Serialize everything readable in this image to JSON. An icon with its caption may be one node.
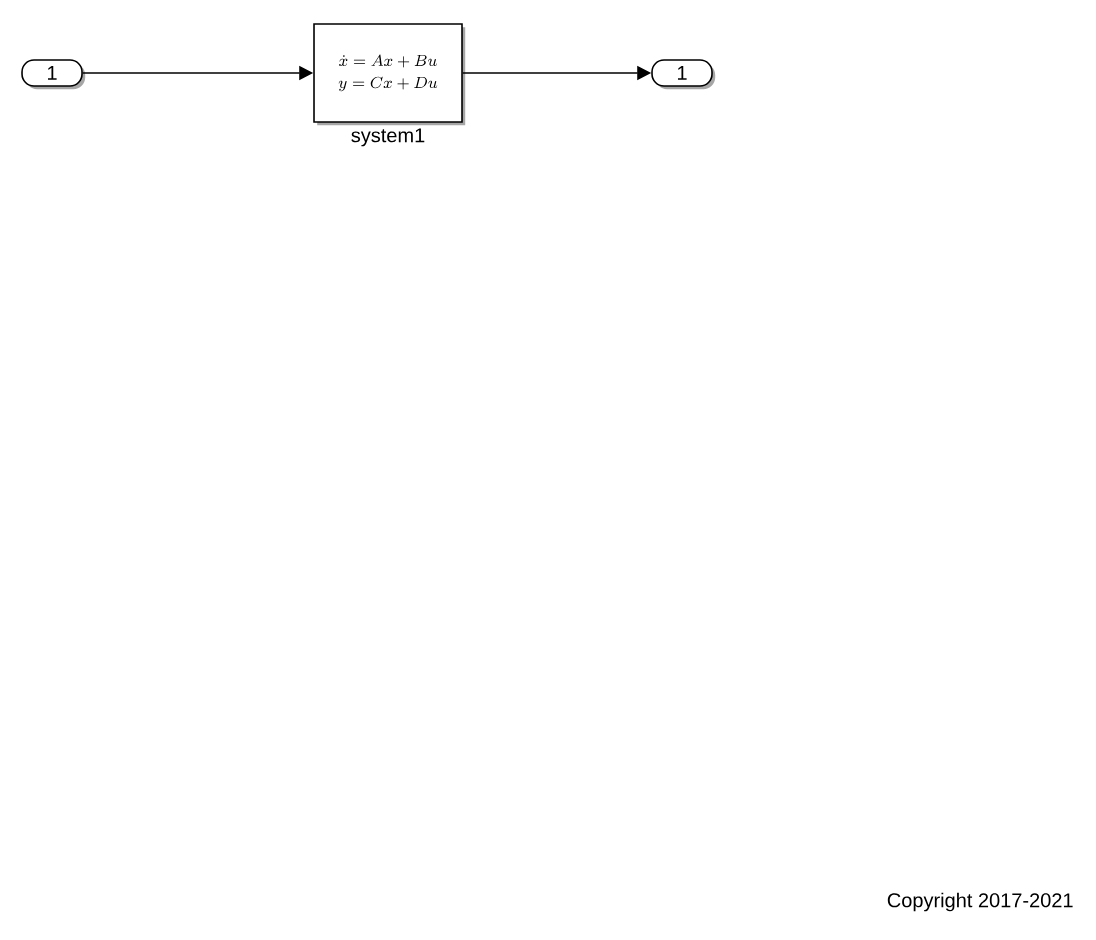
{
  "diagram": {
    "nodes": [
      {
        "text": [
          "1"
        ]
      },
      {
        "text": [
          "\\dot{x} = Ax + Bu",
          "y = Cx + Du"
        ],
        "beside": [
          "system1"
        ]
      },
      {
        "text": [
          "1"
        ]
      }
    ],
    "edges": [
      {
        "from": 0,
        "to": 1,
        "arrow": "to"
      },
      {
        "from": 1,
        "to": 2,
        "arrow": "to"
      }
    ],
    "labels": [
      "Copyright 2017-2021"
    ]
  }
}
